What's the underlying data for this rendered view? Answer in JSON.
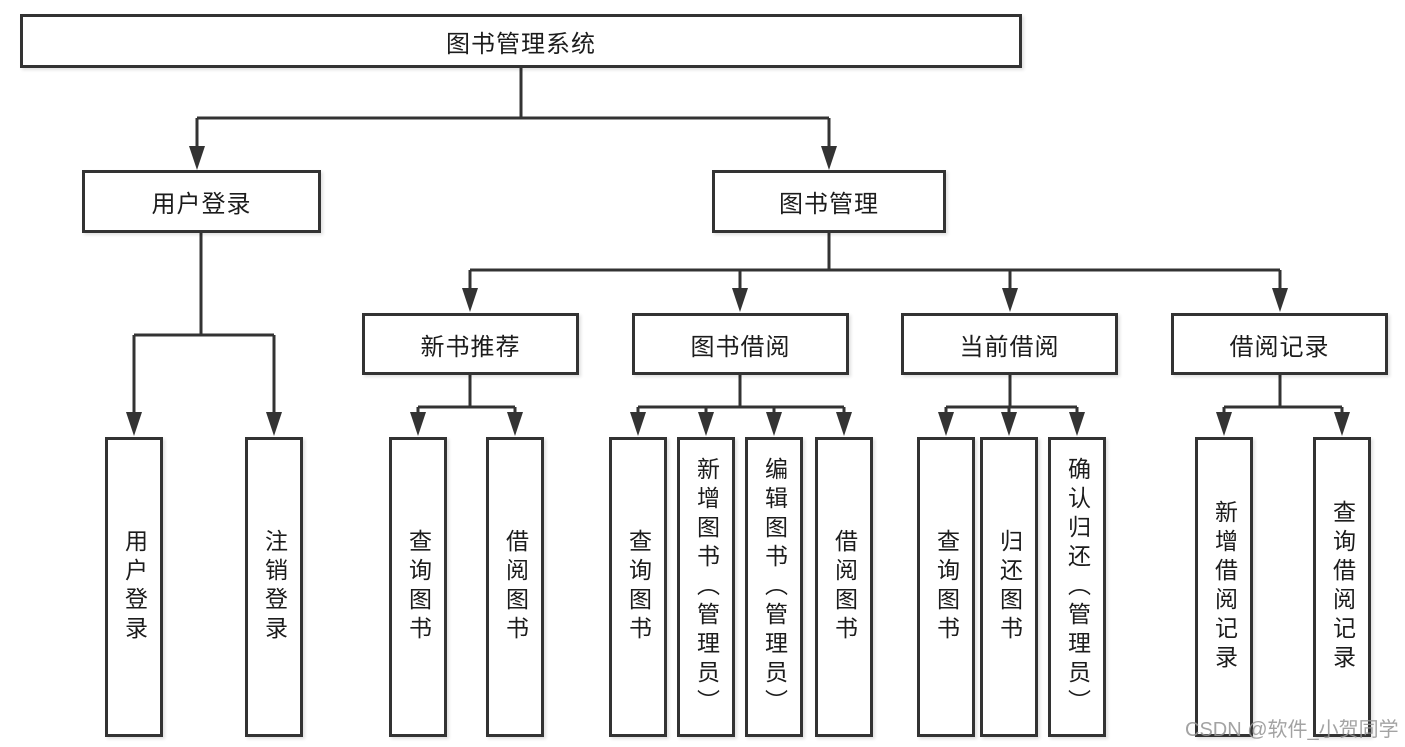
{
  "diagram": {
    "title": "图书管理系统",
    "nodes": {
      "user_login": "用户登录",
      "book_mgmt": "图书管理",
      "new_book_rec": "新书推荐",
      "book_borrow": "图书借阅",
      "current_borrow": "当前借阅",
      "borrow_records": "借阅记录"
    },
    "leaves": {
      "login": "用户登录",
      "logout": "注销登录",
      "rec_query": "查询图书",
      "rec_borrow": "借阅图书",
      "bor_query": "查询图书",
      "bor_add": "新增图书（管理员）",
      "bor_edit": "编辑图书（管理员）",
      "bor_borrow": "借阅图书",
      "cur_query": "查询图书",
      "cur_return": "归还图书",
      "cur_confirm": "确认归还（管理员）",
      "records_add": "新增借阅记录",
      "records_query": "查询借阅记录"
    }
  },
  "watermark": "CSDN @软件_小贺同学",
  "colors": {
    "line": "#333333",
    "text": "#1c1c1c",
    "watermark": "#969696",
    "background": "#ffffff"
  }
}
